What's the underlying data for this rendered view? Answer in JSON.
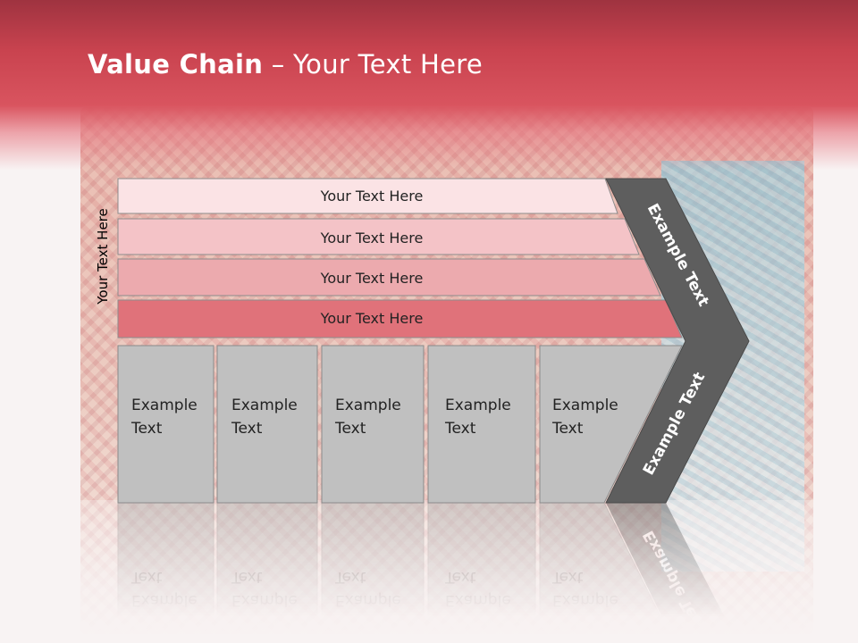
{
  "title": {
    "bold": "Value Chain",
    "rest": " – Your Text Here"
  },
  "side_label": "Your Text Here",
  "bars": [
    {
      "label": "Your Text Here",
      "color": "#fbe3e5"
    },
    {
      "label": "Your Text Here",
      "color": "#f4c3c7"
    },
    {
      "label": "Your Text Here",
      "color": "#ecaaae"
    },
    {
      "label": "Your Text Here",
      "color": "#e0727a"
    }
  ],
  "boxes": [
    {
      "line1": "Example",
      "line2": "Text"
    },
    {
      "line1": "Example",
      "line2": "Text"
    },
    {
      "line1": "Example",
      "line2": "Text"
    },
    {
      "line1": "Example",
      "line2": "Text"
    },
    {
      "line1": "Example",
      "line2": "Text"
    }
  ],
  "chevron": {
    "top_label": "Example Text",
    "bottom_label": "Example Text",
    "color": "#5e5e5e"
  },
  "colors": {
    "header": "#d24e5a",
    "box": "#c0c0c0"
  }
}
